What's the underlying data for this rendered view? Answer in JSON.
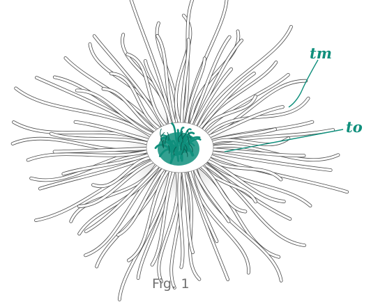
{
  "figure": {
    "caption": "Fig. 1",
    "labels": {
      "tm": "tm",
      "to": "to"
    }
  },
  "colors": {
    "accent": "#0f8f7c",
    "ink": "#4a4a4a",
    "caption": "#6f6f6f",
    "tentacle_fill": "#ffffff",
    "shade": "#cfcfcf"
  }
}
